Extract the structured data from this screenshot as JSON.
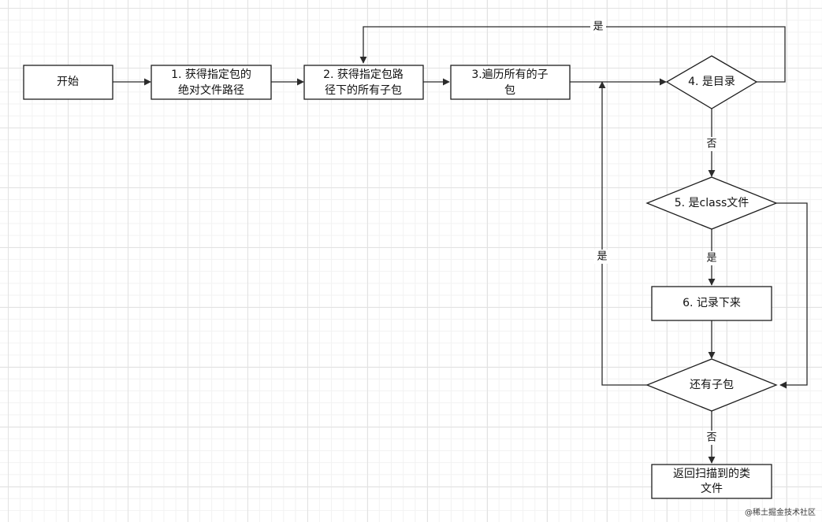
{
  "nodes": {
    "start": "开始",
    "step1_line1": "1. 获得指定包的",
    "step1_line2": "绝对文件路径",
    "step2_line1": "2. 获得指定包路",
    "step2_line2": "径下的所有子包",
    "step3_line1": "3.遍历所有的子",
    "step3_line2": "包",
    "decision4": "4. 是目录",
    "decision5": "5. 是class文件",
    "step6": "6. 记录下来",
    "decision_more": "还有子包",
    "end_line1": "返回扫描到的类",
    "end_line2": "文件"
  },
  "edge_labels": {
    "dir_yes": "是",
    "dir_no": "否",
    "class_yes": "是",
    "more_yes": "是",
    "more_no": "否"
  },
  "watermark": "@稀土掘金技术社区",
  "colors": {
    "stroke": "#1e1e1e",
    "grid_major": "#e2e2e2",
    "grid_minor": "#f2f2f2"
  }
}
